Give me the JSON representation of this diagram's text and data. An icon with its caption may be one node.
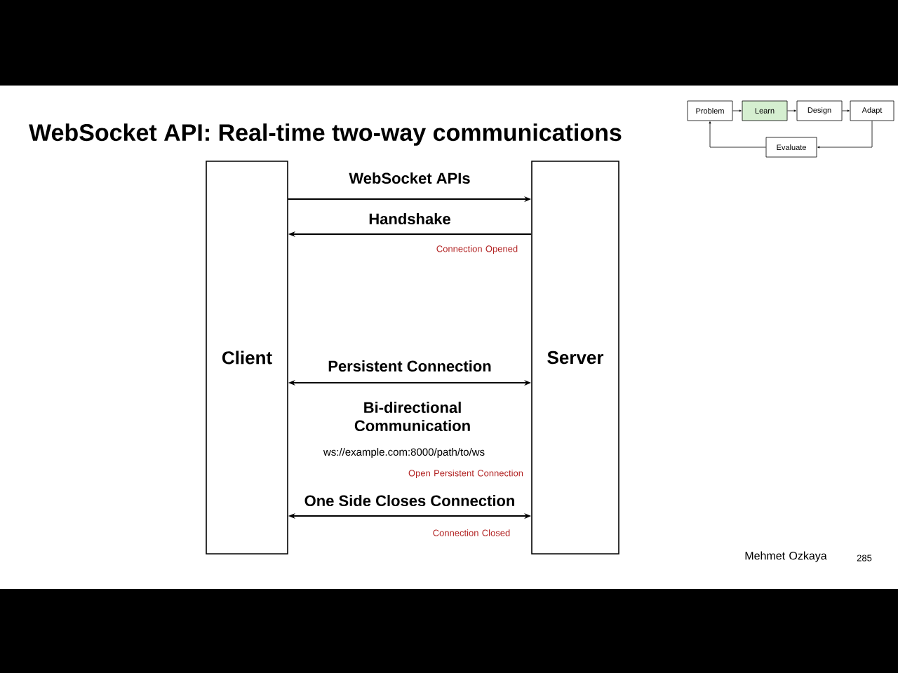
{
  "diagram": {
    "title": "WebSocket API: Real-time two-way communications",
    "nodes": [
      {
        "text": [
          "Client"
        ]
      },
      {
        "text": [
          "Server"
        ]
      },
      {
        "text": [
          "Problem"
        ]
      },
      {
        "text": [
          "Learn"
        ]
      },
      {
        "text": [
          "Design"
        ]
      },
      {
        "text": [
          "Adapt"
        ]
      },
      {
        "text": [
          "Evaluate"
        ]
      }
    ],
    "edges": [
      {
        "from": 0,
        "to": 1,
        "arrow": "to",
        "label": "WebSocket APIs"
      },
      {
        "from": 1,
        "to": 0,
        "arrow": "to",
        "label": "Handshake"
      },
      {
        "from": 0,
        "to": 1,
        "arrow": "both",
        "label": "Persistent Connection"
      },
      {
        "from": 0,
        "to": 1,
        "arrow": "both",
        "label": "One Side Closes Connection"
      },
      {
        "from": 2,
        "to": 3,
        "arrow": "to"
      },
      {
        "from": 3,
        "to": 4,
        "arrow": "to"
      },
      {
        "from": 4,
        "to": 5,
        "arrow": "to"
      },
      {
        "from": 5,
        "to": 6,
        "arrow": "to"
      },
      {
        "from": 6,
        "to": 2,
        "arrow": "to"
      }
    ],
    "labels": [
      "Connection Opened",
      "Bi-directional Communication",
      "ws://example.com:8000/path/to/ws",
      "Open Persistent Connection",
      "Connection Closed",
      "Mehmet Ozkaya",
      "285"
    ]
  }
}
